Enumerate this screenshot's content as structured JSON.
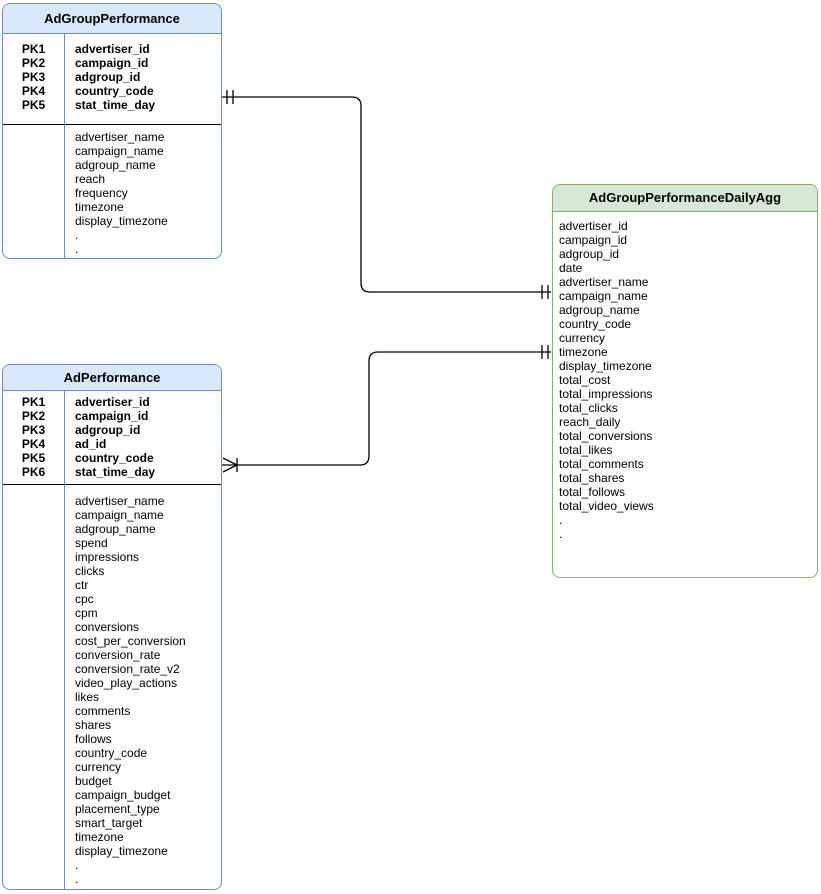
{
  "diagram": {
    "type": "entity-relationship-diagram",
    "colors": {
      "blue_header_fill": "#dae8fc",
      "blue_border": "#6c8ebf",
      "green_header_fill": "#d5e8d4",
      "green_border": "#82b366",
      "connector_line": "#000000",
      "background": "#ffffff"
    },
    "entities": [
      {
        "title": "AdGroupPerformance",
        "pk": [
          {
            "key": "PK1",
            "field": "advertiser_id"
          },
          {
            "key": "PK2",
            "field": "campaign_id"
          },
          {
            "key": "PK3",
            "field": "adgroup_id"
          },
          {
            "key": "PK4",
            "field": "country_code"
          },
          {
            "key": "PK5",
            "field": "stat_time_day"
          }
        ],
        "fields": [
          "advertiser_name",
          "campaign_name",
          "adgroup_name",
          "reach",
          "frequency",
          "timezone",
          "display_timezone",
          ".",
          "."
        ]
      },
      {
        "title": "AdPerformance",
        "pk": [
          {
            "key": "PK1",
            "field": "advertiser_id"
          },
          {
            "key": "PK2",
            "field": "campaign_id"
          },
          {
            "key": "PK3",
            "field": "adgroup_id"
          },
          {
            "key": "PK4",
            "field": "ad_id"
          },
          {
            "key": "PK5",
            "field": "country_code"
          },
          {
            "key": "PK6",
            "field": "stat_time_day"
          }
        ],
        "fields": [
          "advertiser_name",
          "campaign_name",
          "adgroup_name",
          "spend",
          "impressions",
          "clicks",
          "ctr",
          "cpc",
          "cpm",
          "conversions",
          "cost_per_conversion",
          "conversion_rate",
          "conversion_rate_v2",
          "video_play_actions",
          "likes",
          "comments",
          "shares",
          "follows",
          "country_code",
          "currency",
          "budget",
          "campaign_budget",
          "placement_type",
          "smart_target",
          "timezone",
          "display_timezone",
          ".",
          "."
        ]
      },
      {
        "title": "AdGroupPerformanceDailyAgg",
        "pk": [],
        "fields": [
          "advertiser_id",
          "campaign_id",
          "adgroup_id",
          "date",
          "advertiser_name",
          "campaign_name",
          "adgroup_name",
          "country_code",
          "currency",
          "timezone",
          "display_timezone",
          "total_cost",
          "total_impressions",
          "total_clicks",
          "reach_daily",
          "total_conversions",
          "total_likes",
          "total_comments",
          "total_shares",
          "total_follows",
          "total_video_views",
          ".",
          "."
        ]
      }
    ],
    "relationships": [
      {
        "from": "AdGroupPerformance",
        "to": "AdGroupPerformanceDailyAgg",
        "from_cardinality": "exactly-one",
        "to_cardinality": "exactly-one"
      },
      {
        "from": "AdPerformance",
        "to": "AdGroupPerformanceDailyAgg",
        "from_cardinality": "one-or-many",
        "to_cardinality": "exactly-one"
      }
    ]
  }
}
